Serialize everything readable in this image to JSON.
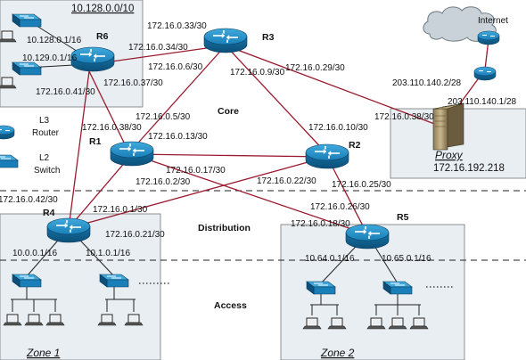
{
  "title_block": {
    "network": "10.128.0.0/10"
  },
  "routers": {
    "r1": "R1",
    "r2": "R2",
    "r3": "R3",
    "r4": "R4",
    "r5": "R5",
    "r6": "R6"
  },
  "layers": {
    "core": "Core",
    "distribution": "Distribution",
    "access": "Access"
  },
  "legend": {
    "l3": "L3\nRouter",
    "l3_line1": "L3",
    "l3_line2": "Router",
    "l2_line1": "L2",
    "l2_line2": "Switch"
  },
  "proxy": {
    "label": "Proxy",
    "ip": "172.16.192.218"
  },
  "internet": "Internet",
  "zones": {
    "zone1": "Zone 1",
    "zone2": "Zone 2"
  },
  "ips": {
    "r6_lan1": "10.128.0.1/16",
    "r6_lan2": "10.129.0.1/16",
    "r6_r3": "172.16.0.34/30",
    "r3_r6": "172.16.0.33/30",
    "r6_r1": "172.16.0.37/30",
    "r6_r4": "172.16.0.41/30",
    "r1_r6": "172.16.0.38/30",
    "r3_r1": "172.16.0.6/30",
    "r1_r3": "172.16.0.5/30",
    "r3_r2": "172.16.0.9/30",
    "r2_r3": "172.16.0.10/30",
    "r3_proxy": "172.16.0.29/30",
    "proxy_r3": "172.16.0.38/30",
    "r1_r2": "172.16.0.13/30",
    "r1_r5": "172.16.0.17/30",
    "r1_r4": "172.16.0.2/30",
    "r4_r1": "172.16.0.1/30",
    "r2_r4": "172.16.0.22/30",
    "r4_r2": "172.16.0.21/30",
    "r2_r5": "172.16.0.25/30",
    "r5_r2": "172.16.0.26/30",
    "r5_r1": "172.16.0.18/30",
    "r4_r6": "172.16.0.42/30",
    "r4_lan1": "10.0.0.1/16",
    "r4_lan2": "10.1.0.1/16",
    "r5_lan1": "10.64.0.1/16",
    "r5_lan2": "10.65.0.1/16",
    "proxy_up": "203.110.140.2/28",
    "isp_down": "203.110.140.1/28"
  },
  "colors": {
    "router_blue": "#1a7fb8",
    "link_red": "#9a1b2f",
    "zone_fill": "#e8eef2",
    "cloud_fill": "#c9d2d8"
  }
}
